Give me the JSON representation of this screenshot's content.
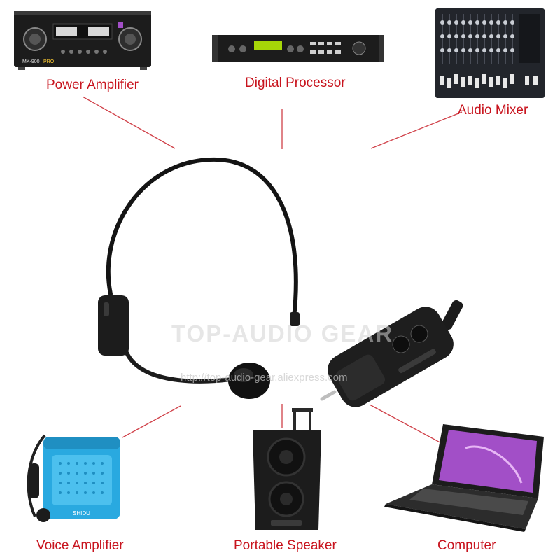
{
  "colors": {
    "label": "#c8141e",
    "connector": "#d04048",
    "device_dark": "#1c1c1c",
    "amp_blue": "#29a9e0",
    "screen_purple": "#a24fc7"
  },
  "icons": [
    "power-amplifier-icon",
    "digital-processor-icon",
    "audio-mixer-icon",
    "headset-microphone-icon",
    "wireless-receiver-icon",
    "voice-amplifier-icon",
    "portable-speaker-icon",
    "laptop-computer-icon"
  ],
  "labels": {
    "power_amplifier": "Power Amplifier",
    "digital_processor": "Digital Processor",
    "audio_mixer": "Audio Mixer",
    "voice_amplifier": "Voice Amplifier",
    "portable_speaker": "Portable Speaker",
    "computer": "Computer"
  },
  "watermark": {
    "brand": "TOP-AUDIO GEAR",
    "url": "http://top-audio-gear.aliexpress.com"
  },
  "device_text": {
    "amp_model": "MK-900",
    "amp_badge": "PRO",
    "voice_amp_brand": "SHIDU"
  }
}
